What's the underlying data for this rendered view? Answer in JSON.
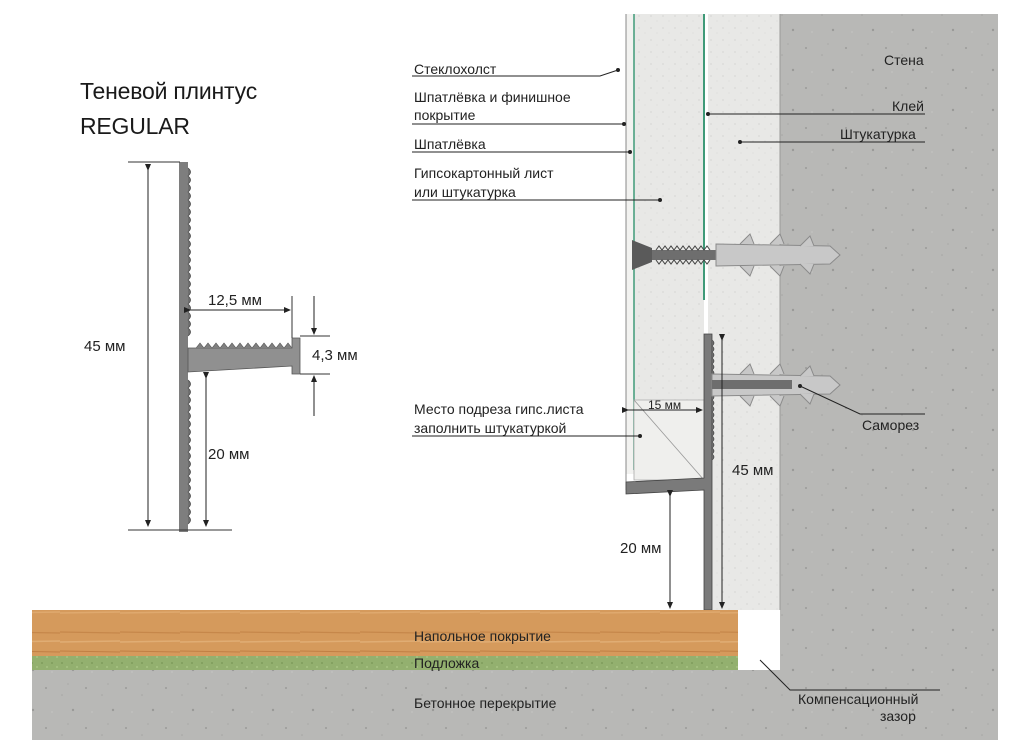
{
  "title": {
    "line1": "Теневой плинтус",
    "line2": "REGULAR"
  },
  "profile_dims": {
    "height_total": "45 мм",
    "shelf_width": "12,5 мм",
    "lip_height": "4,3 мм",
    "bottom_height": "20 мм"
  },
  "callouts": {
    "fiberglass": "Стеклохолст",
    "putty_finish_1": "Шпатлёвка и финишное",
    "putty_finish_2": "покрытие",
    "putty": "Шпатлёвка",
    "gypsum_1": "Гипсокартонный лист",
    "gypsum_2": "или штукатурка",
    "cut_1": "Место подреза гипс.листа",
    "cut_2": "заполнить штукатуркой",
    "wall": "Стена",
    "glue": "Клей",
    "plaster": "Штукатурка",
    "screw": "Саморез",
    "floor_covering": "Напольное покрытие",
    "underlay": "Подложка",
    "slab": "Бетонное перекрытие",
    "gap_1": "Компенсационный",
    "gap_2": "зазор"
  },
  "section_dims": {
    "gap_width": "15 мм",
    "profile_height": "45 мм",
    "bottom_height": "20 мм"
  },
  "colors": {
    "concrete": "#b9b9b7",
    "plaster": "#e9e9e7",
    "wood": "#d69b5e",
    "underlay": "#8fae6d",
    "aluminium": "#8a8a8a",
    "glass_line": "#3f9a78"
  }
}
